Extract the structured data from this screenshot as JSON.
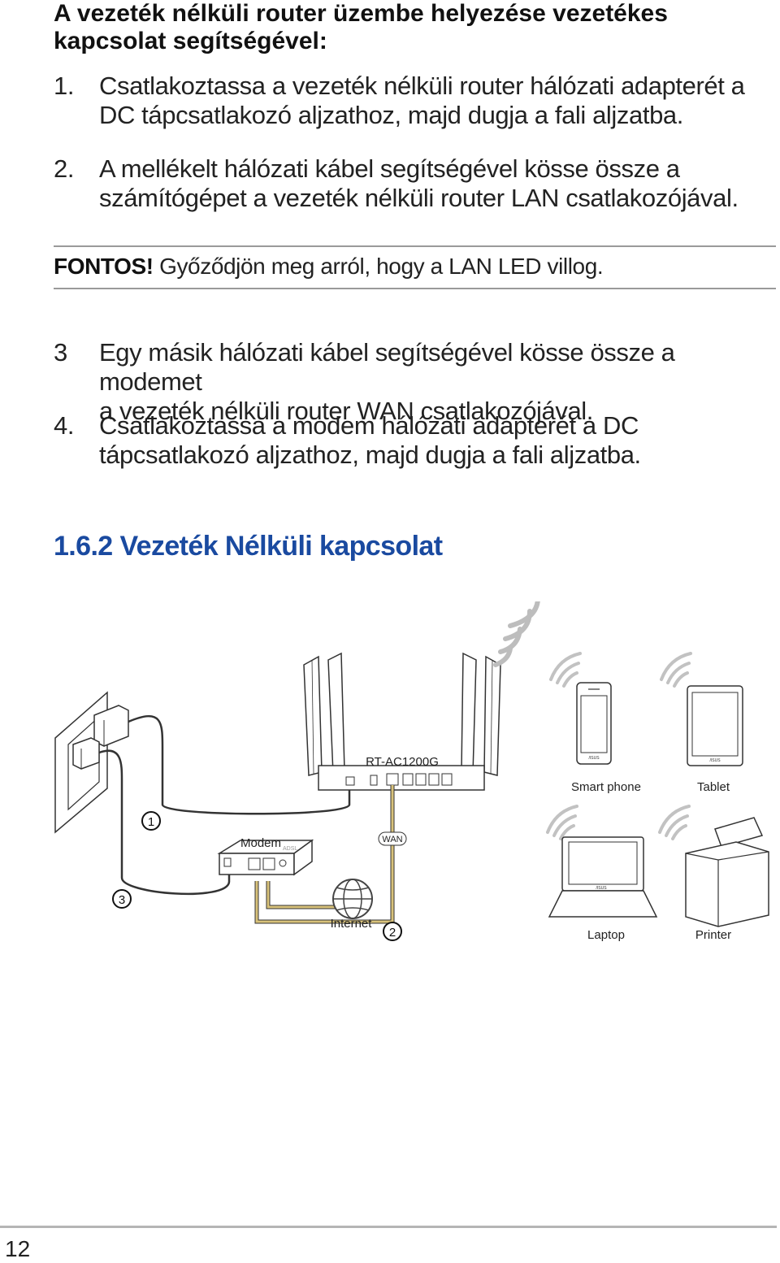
{
  "heading": {
    "line1": "A vezeték nélküli router üzembe helyezése vezetékes",
    "line2": "kapcsolat segítségével:"
  },
  "steps": [
    {
      "num": "1.",
      "line1": "Csatlakoztassa a vezeték nélküli router hálózati adapterét a",
      "line2": "DC tápcsatlakozó aljzathoz, majd dugja a fali aljzatba."
    },
    {
      "num": "2.",
      "line1": "A mellékelt hálózati kábel segítségével kösse össze a",
      "line2": "számítógépet a vezeték nélküli router LAN csatlakozójával."
    },
    {
      "num": "3",
      "line1": "Egy másik hálózati kábel segítségével kösse össze a modemet",
      "line2": "a vezeték nélküli router WAN csatlakozójával."
    },
    {
      "num": "4.",
      "line1": "Csatlakoztassa a modem hálózati adapterét a DC",
      "line2": "tápcsatlakozó aljzathoz, majd dugja a fali aljzatba."
    }
  ],
  "note": {
    "label": "FONTOS!",
    "text": " Győződjön meg arról, hogy a LAN LED villog."
  },
  "section_title": "1.6.2 Vezeték Nélküli kapcsolat",
  "diagram": {
    "router_model": "RT-AC1200G",
    "modem": "Modem",
    "wan": "WAN",
    "internet": "Internet",
    "smart_phone": "Smart phone",
    "tablet": "Tablet",
    "laptop": "Laptop",
    "printer": "Printer",
    "badge1": "1",
    "badge2": "2",
    "badge3": "3",
    "modem_brand": "ADSL",
    "device_brand": "/ISUS"
  },
  "page_number": "12"
}
